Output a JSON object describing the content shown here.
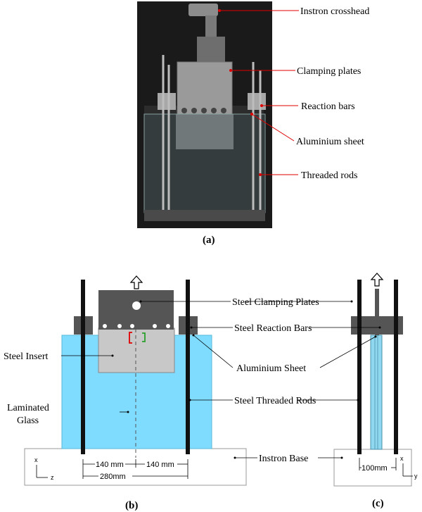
{
  "panel_a": {
    "labels": {
      "crosshead": "Instron crosshead",
      "clamping": "Clamping plates",
      "reaction": "Reaction bars",
      "sheet": "Aluminium sheet",
      "rods": "Threaded rods"
    },
    "caption": "(a)"
  },
  "panel_b": {
    "labels": {
      "clamping": "Steel Clamping Plates",
      "reaction": "Steel Reaction  Bars",
      "insert": "Steel Insert",
      "sheet": "Aluminium Sheet",
      "glass_line1": "Laminated",
      "glass_line2": "Glass",
      "rods": "Steel Threaded Rods",
      "base": "Instron Base"
    },
    "dims": {
      "left": "140 mm",
      "right": "140 mm",
      "total": "280mm"
    },
    "axes": {
      "vertical": "x",
      "horizontal": "z"
    },
    "caption": "(b)"
  },
  "panel_c": {
    "dims": {
      "gap": "100mm"
    },
    "axes": {
      "vertical": "x",
      "horizontal": "y"
    },
    "caption": "(c)"
  },
  "colors": {
    "glass": "#7fdcff",
    "steel_dark": "#555555",
    "steel_insert": "#c8c8c8",
    "rod": "#111111",
    "leader_red": "#e00000"
  }
}
